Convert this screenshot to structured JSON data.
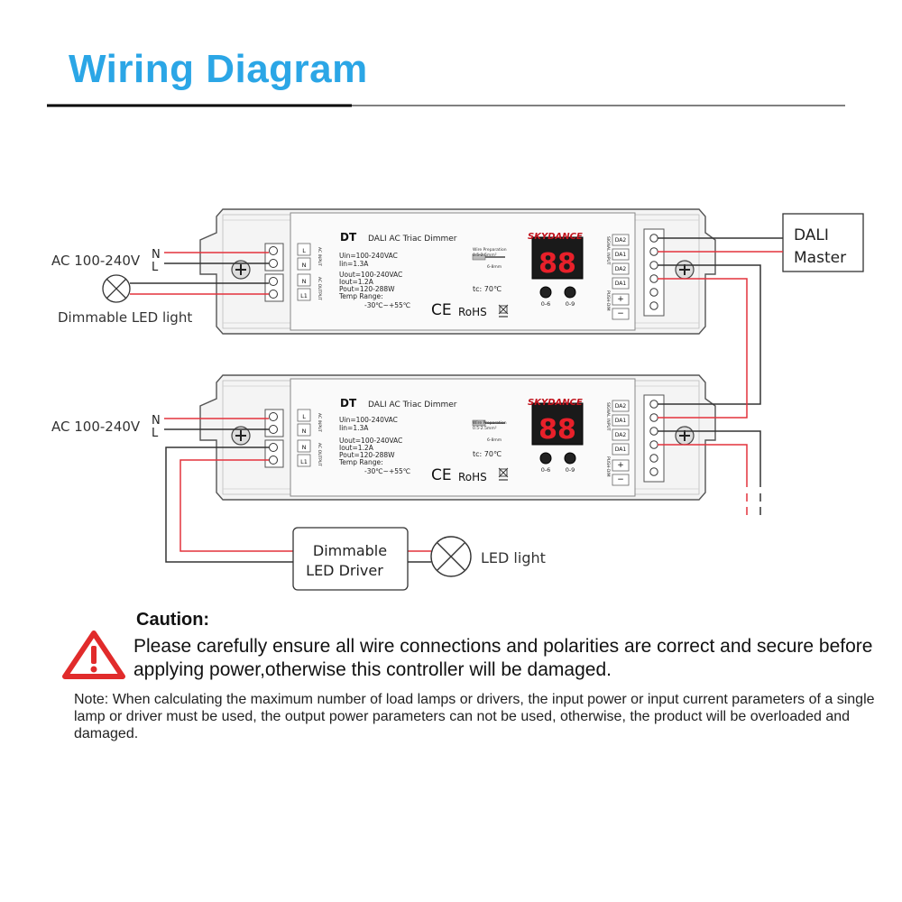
{
  "title": "Wiring Diagram",
  "ac_input_label": "AC 100-240V",
  "neutral_label": "N",
  "line_label": "L",
  "dimmable_led_light_label": "Dimmable LED light",
  "dali_master_line1": "DALI",
  "dali_master_line2": "Master",
  "driver_line1": "Dimmable",
  "driver_line2": "LED Driver",
  "led_light_label": "LED light",
  "device": {
    "model": "DT",
    "name": "DALI AC Triac Dimmer",
    "brand": "SKYDANCE",
    "uin": "Uin=100-240VAC",
    "iin": "Iin=1.3A",
    "uout": "Uout=100-240VAC",
    "iout": "Iout=1.2A",
    "pout": "Pout=120-288W",
    "temp_label": "Temp Range:",
    "temp_range": "-30℃~+55℃",
    "tc": "tc: 70℃",
    "ce": "CE",
    "rohs": "RoHS",
    "wire_prep": "Wire Preparation",
    "wire_spec": "0.5-2.5mm²",
    "strip_length": "6-8mm",
    "display": "88",
    "knob1_label": "0-6",
    "knob2_label": "0-9",
    "input_terminals": [
      "L",
      "N"
    ],
    "output_terminals": [
      "N",
      "L1"
    ],
    "input_side_label": "AC INPUT",
    "output_side_label": "AC OUTPUT",
    "dali_terminals": [
      "DA2",
      "DA1",
      "DA2",
      "DA1"
    ],
    "signal_label": "SIGNAL INPUT",
    "push_dim_label": "PUSH-DIM",
    "plus": "+",
    "minus": "−"
  },
  "caution_title": "Caution:",
  "caution_text": "Please carefully ensure all wire connections and polarities are correct and secure before applying power,otherwise this controller will be damaged.",
  "note_text": "Note: When calculating the maximum number of load lamps or drivers, the input power or input current parameters of a single lamp or driver must be used, the output power parameters can not be used, otherwise, the product will be overloaded and damaged.",
  "colors": {
    "title": "#2ba6e6",
    "wire_red": "#e3323c",
    "warning": "#e12b2b",
    "display_red": "#e8202a"
  }
}
